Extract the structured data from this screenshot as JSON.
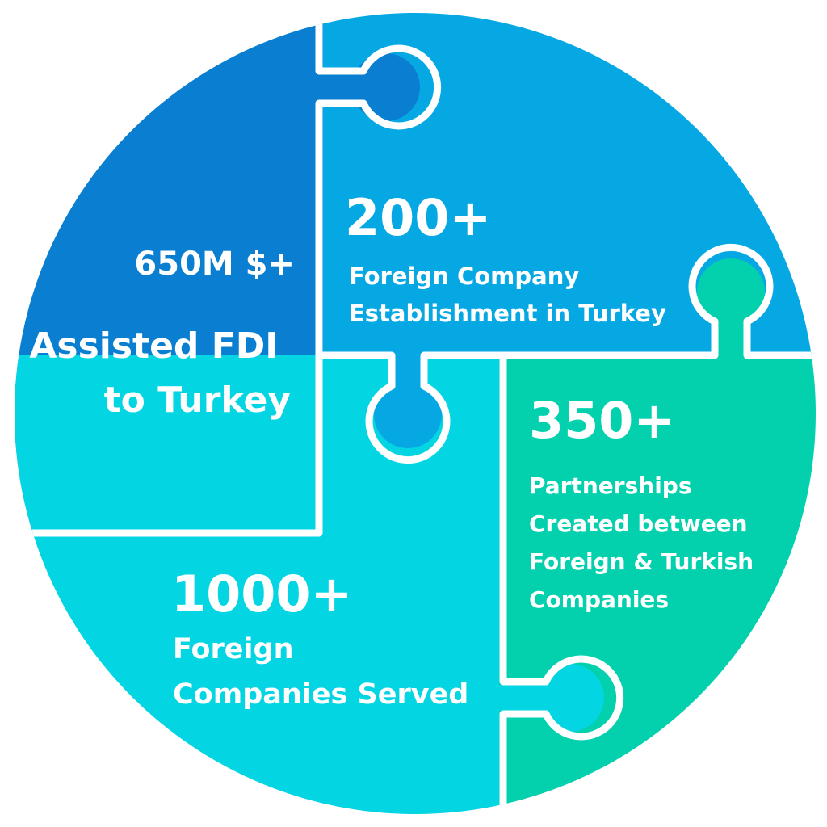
{
  "colors": {
    "piece_fdi": "#0a7fd1",
    "piece_establishment": "#06a8e3",
    "piece_partnerships": "#03d1ad",
    "piece_companies": "#03d5e3",
    "separator": "#ffffff",
    "text": "#ffffff"
  },
  "pieces": {
    "fdi": {
      "number": "650M $+",
      "label_lines": [
        "Assisted FDI",
        "to Turkey"
      ]
    },
    "establishment": {
      "number": "200+",
      "label_lines": [
        "Foreign Company",
        "Establishment in Turkey"
      ]
    },
    "partnerships": {
      "number": "350+",
      "label_lines": [
        "Partnerships",
        "Created between",
        "Foreign & Turkish",
        "Companies"
      ]
    },
    "companies": {
      "number": "1000+",
      "label_lines": [
        "Foreign",
        "Companies Served"
      ]
    }
  }
}
